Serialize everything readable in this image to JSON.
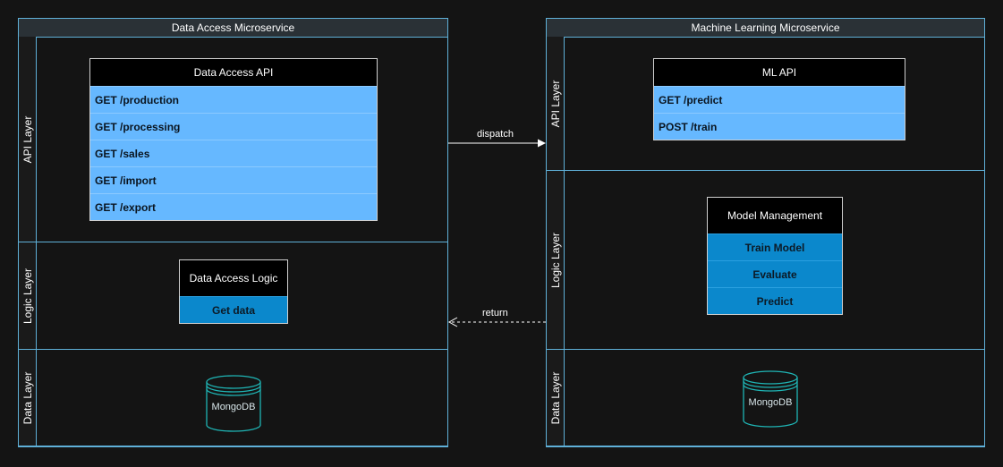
{
  "data_access": {
    "title": "Data Access Microservice",
    "lanes": {
      "api": "API Layer",
      "logic": "Logic Layer",
      "data": "Data Layer"
    },
    "api_box": {
      "title": "Data Access API",
      "endpoints": [
        "GET /production",
        "GET /processing",
        "GET /sales",
        "GET /import",
        "GET /export"
      ]
    },
    "logic_box": {
      "title": "Data Access Logic",
      "items": [
        "Get data"
      ]
    },
    "db": {
      "label": "MongoDB"
    }
  },
  "ml": {
    "title": "Machine Learning Microservice",
    "lanes": {
      "api": "API Layer",
      "logic": "Logic Layer",
      "data": "Data Layer"
    },
    "api_box": {
      "title": "ML API",
      "endpoints": [
        "GET /predict",
        "POST /train"
      ]
    },
    "logic_box": {
      "title": "Model Management",
      "items": [
        "Train Model",
        "Evaluate",
        "Predict"
      ]
    },
    "db": {
      "label": "MongoDB"
    }
  },
  "edges": {
    "dispatch": "dispatch",
    "return": "return"
  },
  "colors": {
    "background": "#141414",
    "border": "#5fb0d8",
    "endpoint_fill": "#66b8ff",
    "item_fill": "#0b88cc",
    "db_stroke": "#1fb5b5"
  }
}
